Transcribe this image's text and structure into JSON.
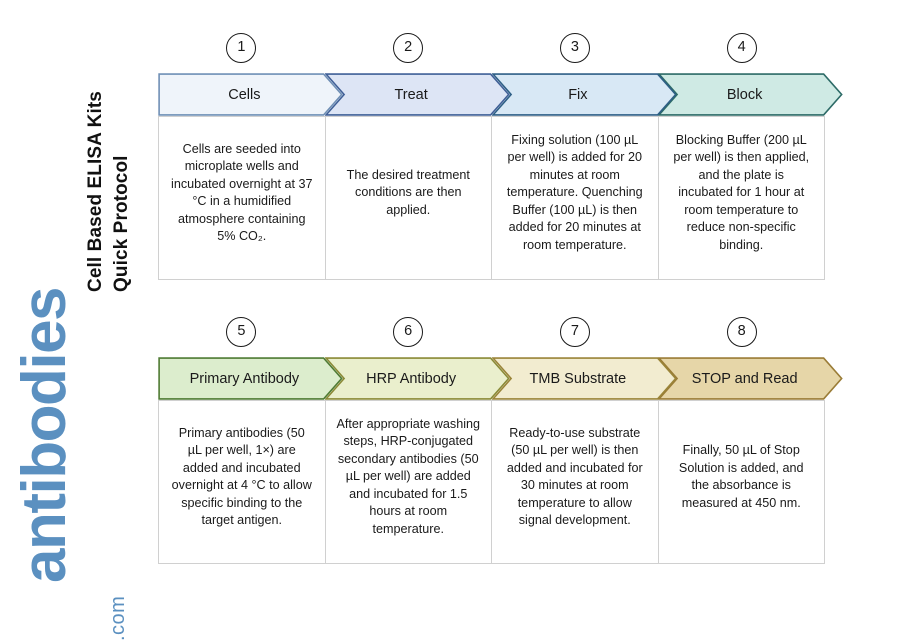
{
  "document": {
    "title_line1": "Cell Based ELISA Kits",
    "title_line2": "Quick Protocol"
  },
  "brand": {
    "name": "antibodies",
    "tld": ".com",
    "color": "#5b90c0"
  },
  "flow": {
    "rows": [
      {
        "id": "row-top",
        "steps": [
          {
            "number": "1",
            "label": "Cells",
            "description": "Cells are seeded into microplate wells and incubated overnight at 37 °C in a humidified atmosphere containing 5% CO₂.",
            "fill": "#eff4fa",
            "stroke": "#6f8fb5"
          },
          {
            "number": "2",
            "label": "Treat",
            "description": "The desired treatment conditions are then applied.",
            "fill": "#dde5f5",
            "stroke": "#3f5f97"
          },
          {
            "number": "3",
            "label": "Fix",
            "description": "Fixing solution (100 µL per well) is added for 20 minutes at room temperature. Quenching Buffer (100 µL) is then added for 20 minutes at room temperature.",
            "fill": "#d8e8f5",
            "stroke": "#2e5f86"
          },
          {
            "number": "4",
            "label": "Block",
            "description": "Blocking Buffer (200 µL per well) is then applied, and the plate is incubated for 1 hour at room temperature to reduce non-specific binding.",
            "fill": "#cfeae4",
            "stroke": "#2d6b67"
          }
        ]
      },
      {
        "id": "row-bottom",
        "steps": [
          {
            "number": "5",
            "label": "Primary Antibody",
            "description": "Primary antibodies (50 µL per well, 1×) are added and incubated overnight at 4 °C to allow specific binding to the target antigen.",
            "fill": "#dcedcd",
            "stroke": "#4f7b33"
          },
          {
            "number": "6",
            "label": "HRP Antibody",
            "description": "After appropriate washing steps, HRP-conjugated secondary antibodies (50 µL per well) are added and incubated for 1.5 hours at room temperature.",
            "fill": "#eaefcd",
            "stroke": "#8a8a36"
          },
          {
            "number": "7",
            "label": "TMB Substrate",
            "description": "Ready-to-use substrate (50 µL per well) is then added and incubated for 30 minutes at room temperature to allow signal development.",
            "fill": "#f2ecd0",
            "stroke": "#9a8438"
          },
          {
            "number": "8",
            "label": "STOP and Read",
            "description": "Finally, 50 µL of Stop Solution is added, and the absorbance is measured at 450 nm.",
            "fill": "#e6d6a8",
            "stroke": "#9a7c36"
          }
        ]
      }
    ]
  }
}
